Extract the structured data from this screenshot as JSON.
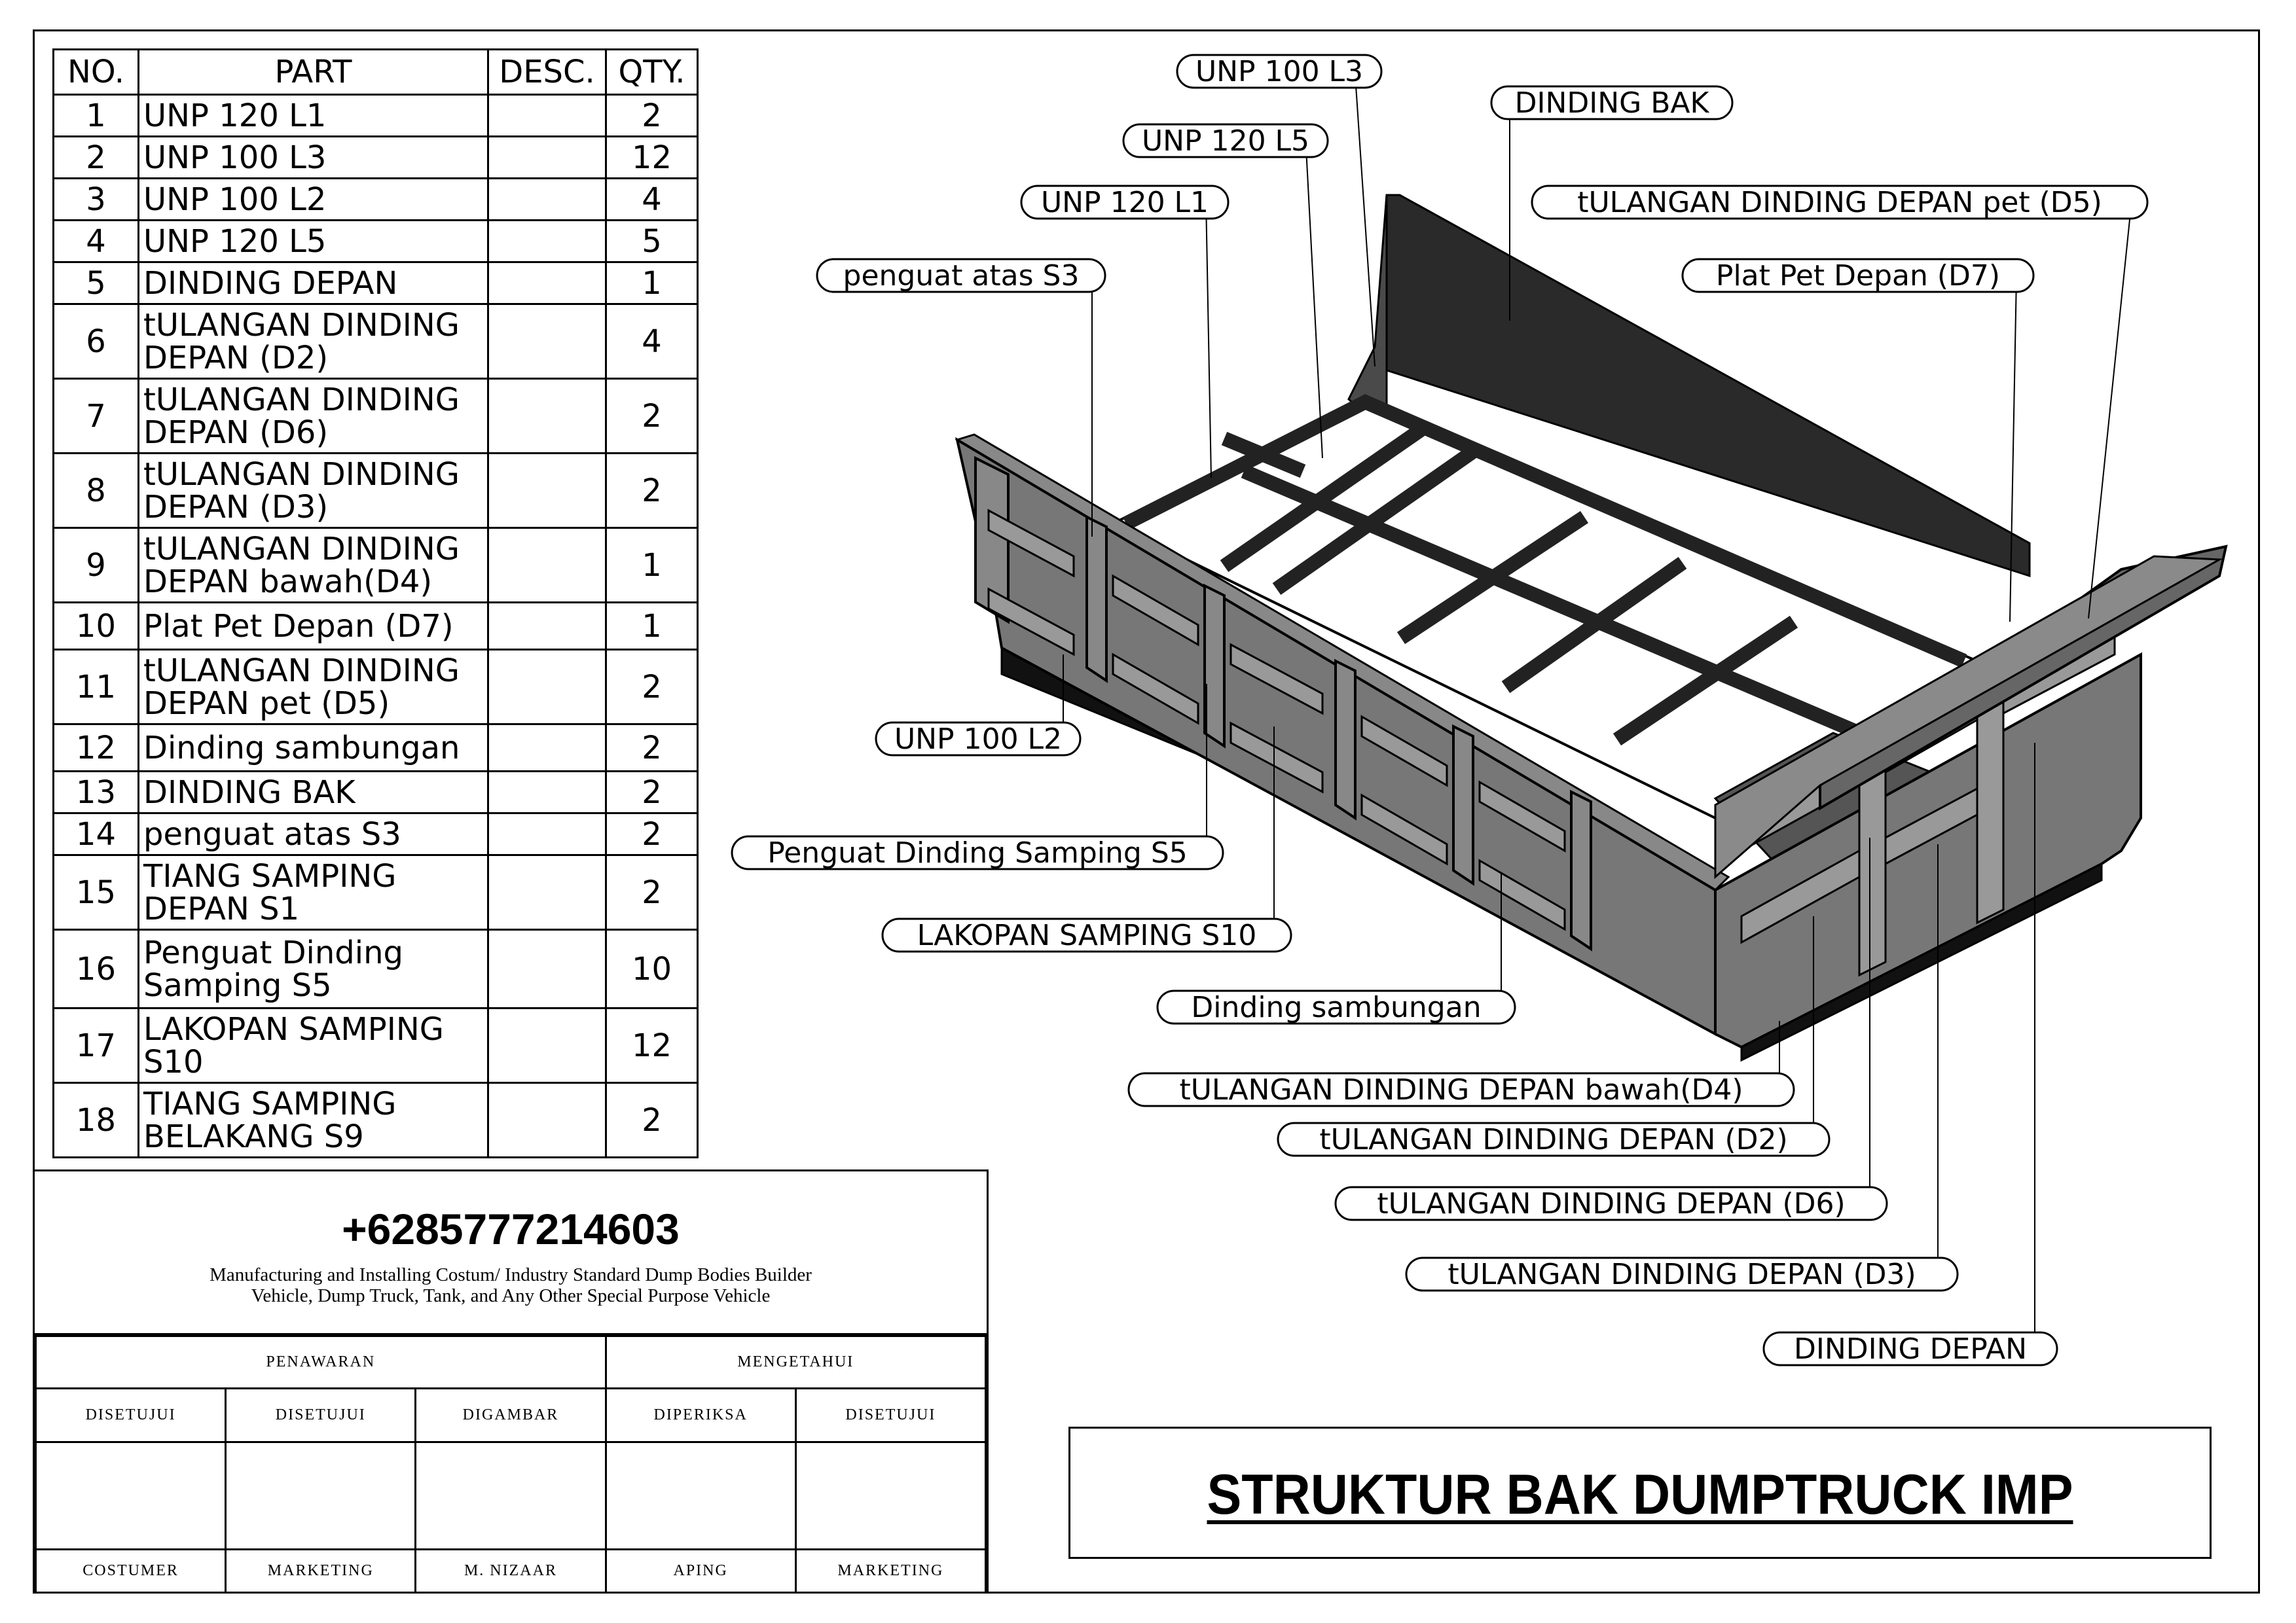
{
  "bom": {
    "headers": [
      "NO.",
      "PART",
      "DESC.",
      "QTY."
    ],
    "rows": [
      {
        "no": "1",
        "part": "UNP 120 L1",
        "qty": "2"
      },
      {
        "no": "2",
        "part": "UNP 100 L3",
        "qty": "12"
      },
      {
        "no": "3",
        "part": "UNP 100 L2",
        "qty": "4"
      },
      {
        "no": "4",
        "part": "UNP 120 L5",
        "qty": "5"
      },
      {
        "no": "5",
        "part": "DINDING DEPAN",
        "qty": "1"
      },
      {
        "no": "6",
        "part": "tULANGAN DINDING DEPAN (D2)",
        "qty": "4"
      },
      {
        "no": "7",
        "part": "tULANGAN DINDING DEPAN (D6)",
        "qty": "2"
      },
      {
        "no": "8",
        "part": "tULANGAN DINDING DEPAN (D3)",
        "qty": "2"
      },
      {
        "no": "9",
        "part": "tULANGAN DINDING DEPAN bawah(D4)",
        "qty": "1"
      },
      {
        "no": "10",
        "part": "Plat Pet Depan (D7)",
        "qty": "1"
      },
      {
        "no": "11",
        "part": "tULANGAN DINDING DEPAN pet (D5)",
        "qty": "2"
      },
      {
        "no": "12",
        "part": "Dinding sambungan",
        "qty": "2"
      },
      {
        "no": "13",
        "part": "DINDING BAK",
        "qty": "2"
      },
      {
        "no": "14",
        "part": "penguat atas S3",
        "qty": "2"
      },
      {
        "no": "15",
        "part": "TIANG SAMPING DEPAN S1",
        "qty": "2"
      },
      {
        "no": "16",
        "part": "Penguat Dinding Samping S5",
        "qty": "10"
      },
      {
        "no": "17",
        "part": "LAKOPAN SAMPING S10",
        "qty": "12"
      },
      {
        "no": "18",
        "part": "TIANG SAMPING BELAKANG S9",
        "qty": "2"
      }
    ]
  },
  "title_block": {
    "phone": "+6285777214603",
    "tagline_1": "Manufacturing and Installing Costum/ Industry Standard Dump Bodies Builder",
    "tagline_2": "Vehicle, Dump Truck, Tank, and Any Other Special Purpose Vehicle",
    "penawaran": "PENAWARAN",
    "mengetahui": "MENGETAHUI",
    "roles": [
      "DISETUJUI",
      "DISETUJUI",
      "DIGAMBAR",
      "DIPERIKSA",
      "DISETUJUI"
    ],
    "names": [
      "COSTUMER",
      "MARKETING",
      "M. NIZAAR",
      "APING",
      "MARKETING"
    ]
  },
  "callouts": {
    "unp100l3": "UNP 100 L3",
    "dinding_bak": "DINDING BAK",
    "unp120l5": "UNP 120 L5",
    "unp120l1": "UNP 120 L1",
    "d5": "tULANGAN DINDING DEPAN pet (D5)",
    "penguat_s3": "penguat atas S3",
    "d7": "Plat Pet Depan (D7)",
    "unp100l2": "UNP 100 L2",
    "s5": "Penguat Dinding Samping S5",
    "s10": "LAKOPAN SAMPING S10",
    "sambungan": "Dinding sambungan",
    "d4": "tULANGAN DINDING DEPAN bawah(D4)",
    "d2": "tULANGAN DINDING DEPAN (D2)",
    "d6": "tULANGAN DINDING DEPAN (D6)",
    "d3": "tULANGAN DINDING DEPAN (D3)",
    "dinding_depan": "DINDING DEPAN"
  },
  "drawing_title": "STRUKTUR BAK DUMPTRUCK IMP"
}
